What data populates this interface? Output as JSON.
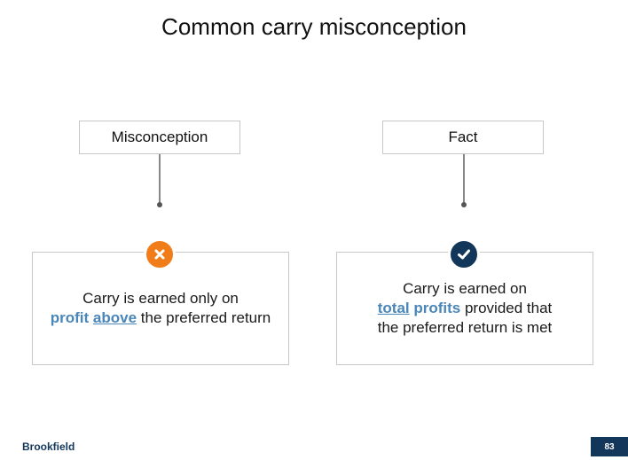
{
  "title": "Common carry misconception",
  "left": {
    "label": "Misconception",
    "icon": "close-icon",
    "icon_color": "#f07d1a",
    "line1": "Carry is earned only on",
    "line2_hl1": "profit",
    "line2_hl2": "above",
    "line2_rest": " the preferred return"
  },
  "right": {
    "label": "Fact",
    "icon": "checkmark-icon",
    "icon_color": "#12375a",
    "line1": "Carry is earned on",
    "line2_hl1": "total",
    "line2_hl2": "profits",
    "line2_rest": " provided that",
    "line3": "the preferred return is met"
  },
  "footer": {
    "brand": "Brookfield",
    "page_number": "83",
    "page_number_bg": "#12375a"
  },
  "colors": {
    "highlight": "#4a86b8",
    "border": "#c8c8c8"
  }
}
